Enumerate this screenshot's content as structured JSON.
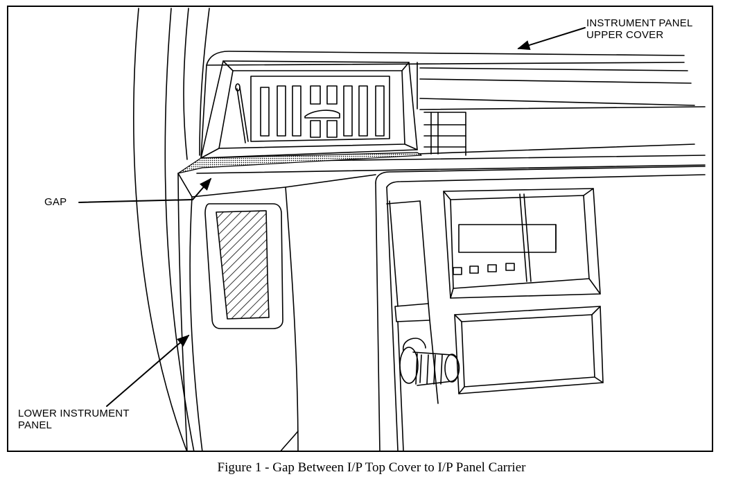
{
  "callouts": {
    "upper_cover": [
      "INSTRUMENT PANEL",
      "UPPER COVER"
    ],
    "gap": "GAP",
    "lower_panel": [
      "LOWER INSTRUMENT",
      "PANEL"
    ]
  },
  "caption": "Figure 1 - Gap Between I/P Top Cover to I/P Panel Carrier"
}
